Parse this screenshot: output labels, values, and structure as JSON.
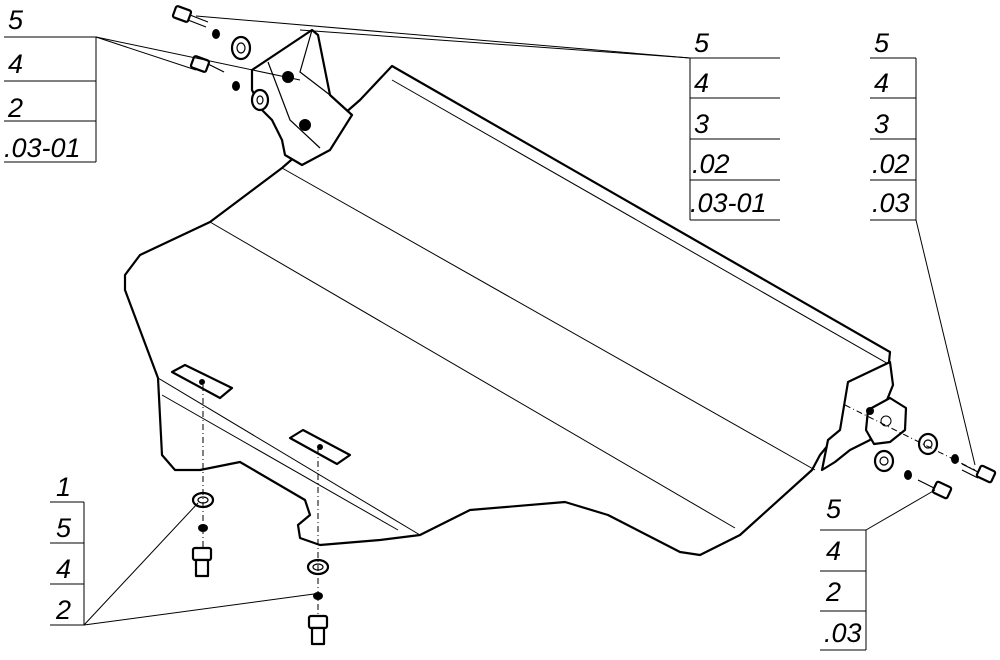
{
  "callouts": {
    "top_left": [
      "5",
      "4",
      "2",
      ".03-01"
    ],
    "top_center": [
      "5",
      "4",
      "3",
      ".02",
      ".03-01"
    ],
    "top_right": [
      "5",
      "4",
      "3",
      ".02",
      ".03"
    ],
    "bottom_left": [
      "1",
      "5",
      "4",
      "2"
    ],
    "bottom_right": [
      "5",
      "4",
      "2",
      ".03"
    ]
  }
}
